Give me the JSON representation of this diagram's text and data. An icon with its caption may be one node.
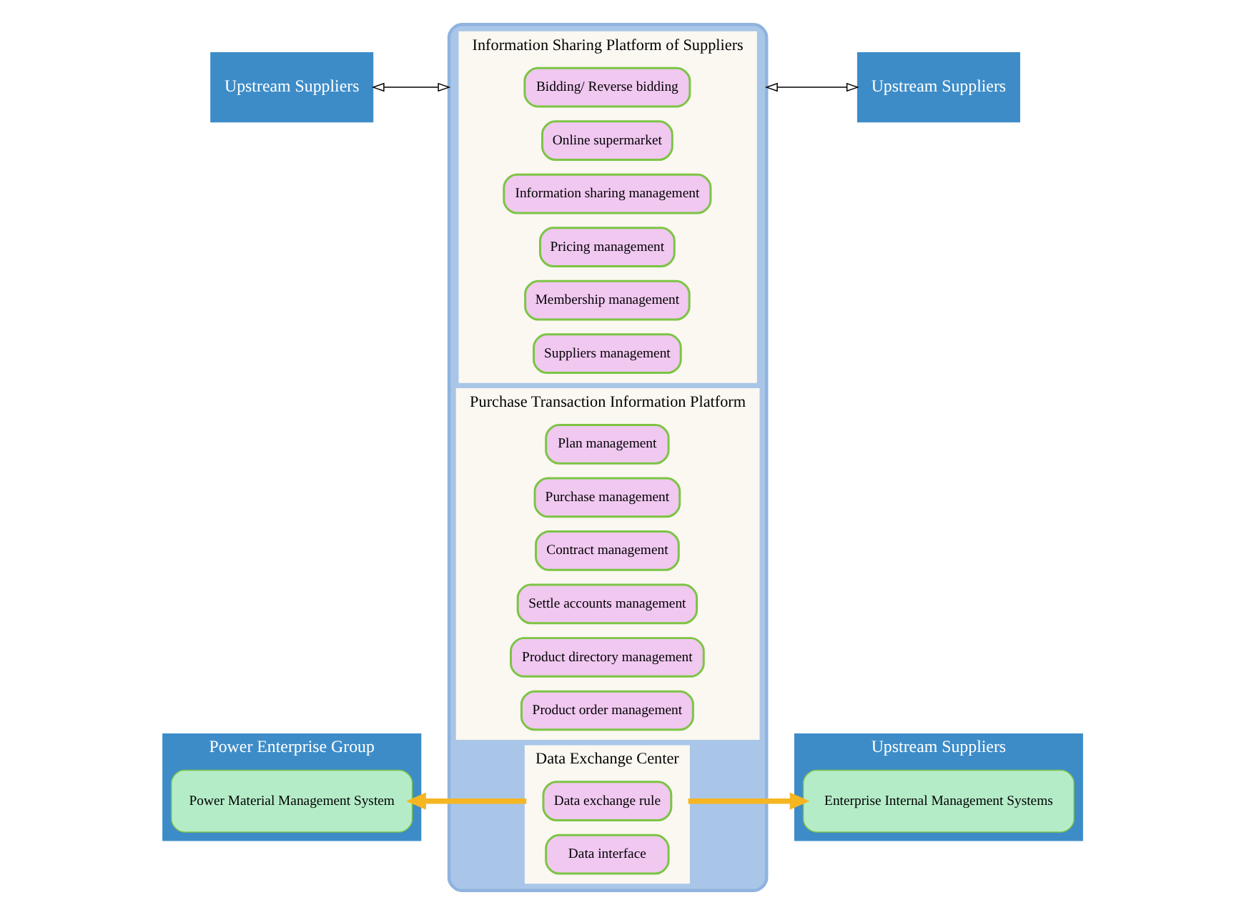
{
  "diagram": {
    "nodes": [
      {
        "text": [
          "Upstream Suppliers"
        ]
      },
      {
        "text": [],
        "shape": "box"
      },
      {
        "text": [
          "Information Sharing Platform of Suppliers"
        ],
        "in": 1
      },
      {
        "text": [
          "Bidding/ Reverse bidding"
        ],
        "in": 2
      },
      {
        "text": [
          "Online supermarket"
        ],
        "in": 2
      },
      {
        "text": [
          "Information sharing management"
        ],
        "in": 2
      },
      {
        "text": [
          "Pricing management"
        ],
        "in": 2
      },
      {
        "text": [
          "Membership management"
        ],
        "in": 2
      },
      {
        "text": [
          "Suppliers management"
        ],
        "in": 2
      },
      {
        "text": [
          "Purchase Transaction Information Platform"
        ],
        "in": 1
      },
      {
        "text": [
          "Plan management"
        ],
        "in": 9
      },
      {
        "text": [
          "Purchase management"
        ],
        "in": 9
      },
      {
        "text": [
          "Contract management"
        ],
        "in": 9
      },
      {
        "text": [
          "Settle accounts management"
        ],
        "in": 9
      },
      {
        "text": [
          "Product directory management"
        ],
        "in": 9
      },
      {
        "text": [
          "Product order management"
        ],
        "in": 9
      },
      {
        "text": [
          "Data Exchange Center"
        ],
        "in": 1
      },
      {
        "text": [
          "Data exchange rule"
        ],
        "in": 16
      },
      {
        "text": [
          "Data interface"
        ],
        "in": 16
      },
      {
        "text": [
          "Upstream Suppliers"
        ]
      },
      {
        "text": [
          "Power Enterprise Group"
        ]
      },
      {
        "text": [
          "Power Material Management System"
        ],
        "in": 20
      },
      {
        "text": [
          "Upstream Suppliers"
        ]
      },
      {
        "text": [
          "Enterprise Internal Management Systems"
        ],
        "in": 22
      }
    ],
    "edges": [
      {
        "from": 0,
        "to": 1,
        "arrow": "both"
      },
      {
        "from": 1,
        "to": 19,
        "arrow": "both"
      },
      {
        "from": 16,
        "to": 21,
        "arrow": "to",
        "style": "thick",
        "color": "#f5b622"
      },
      {
        "from": 16,
        "to": 23,
        "arrow": "to",
        "style": "thick",
        "color": "#f5b622"
      }
    ]
  }
}
